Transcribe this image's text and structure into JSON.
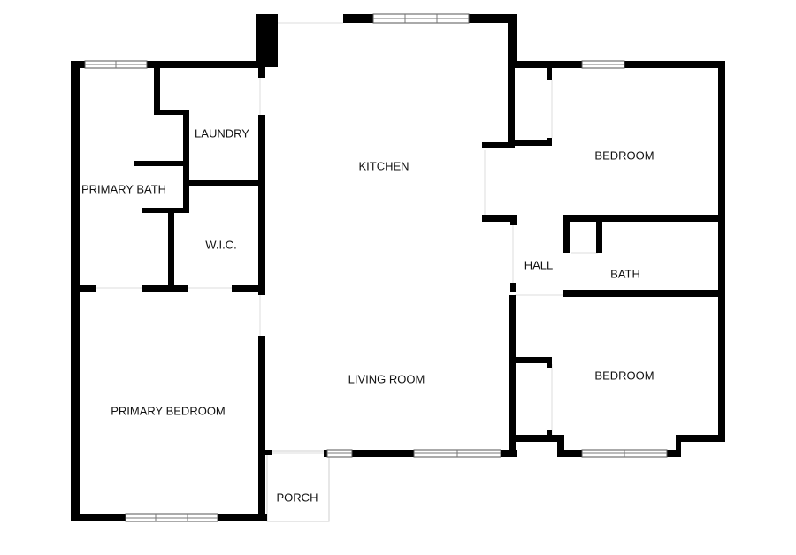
{
  "rooms": {
    "laundry": "LAUNDRY",
    "kitchen": "KITCHEN",
    "bedroom_upper": "BEDROOM",
    "primary_bath": "PRIMARY BATH",
    "wic": "W.I.C.",
    "hall": "HALL",
    "bath": "BATH",
    "living_room": "LIVING ROOM",
    "bedroom_lower": "BEDROOM",
    "primary_bedroom": "PRIMARY BEDROOM",
    "porch": "PORCH"
  }
}
